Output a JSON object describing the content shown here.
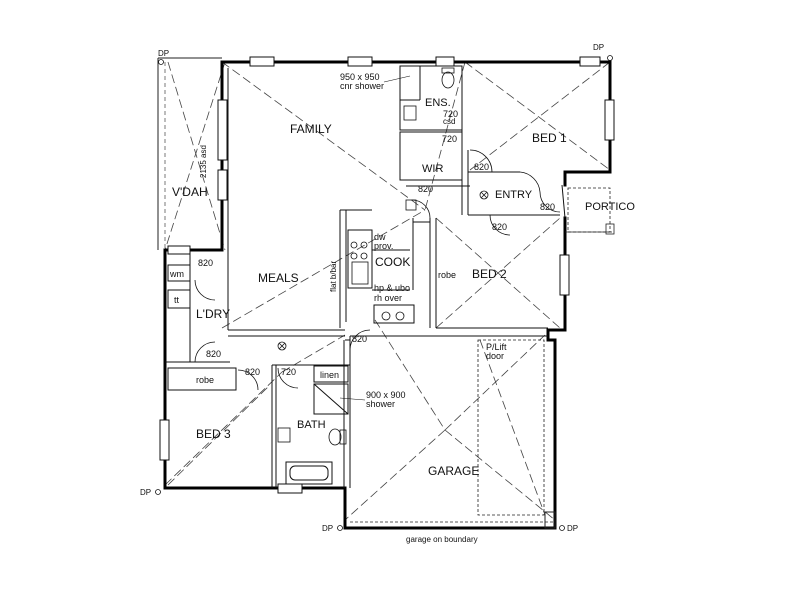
{
  "plan": {
    "rooms": {
      "family": "FAMILY",
      "meals": "MEALS",
      "cook": "COOK",
      "ens": "ENS.",
      "bed1": "BED 1",
      "wir": "WIR",
      "entry": "ENTRY",
      "portico": "PORTICO",
      "bed2": "BED 2",
      "vdah": "V'DAH",
      "ldry": "L'DRY",
      "bed3": "BED 3",
      "bath": "BATH",
      "garage": "GARAGE"
    },
    "fixtures": {
      "wm": "wm",
      "tub": "tt",
      "robe_bed2": "robe",
      "robe_bed3": "robe",
      "linen": "linen",
      "dw_line1": "dw",
      "dw_line2": "prov.",
      "hp_line1": "hp & ubo",
      "hp_line2": "rh over",
      "flat_bbar": "flat b/bar",
      "csd": "csd",
      "plift_line1": "P/Lift",
      "plift_line2": "door"
    },
    "annotations": {
      "ens_shower_line1": "950 x 950",
      "ens_shower_line2": "cnr shower",
      "bath_shower_line1": "900 x 900",
      "bath_shower_line2": "shower",
      "vdah_width": "2135 asd",
      "garage_boundary": "garage on boundary"
    },
    "doors": {
      "ens": "720",
      "wir": "720",
      "bed1": "820",
      "wir_hall": "820",
      "entry": "820",
      "bed2": "820",
      "ldry_top": "820",
      "ldry_bottom": "820",
      "meals_garage": "820",
      "bed3": "820",
      "bath": "720"
    },
    "downpipes": {
      "top_left": "DP",
      "top_right": "DP",
      "bottom_left": "DP",
      "bottom_mid": "DP",
      "bottom_right": "DP"
    }
  }
}
